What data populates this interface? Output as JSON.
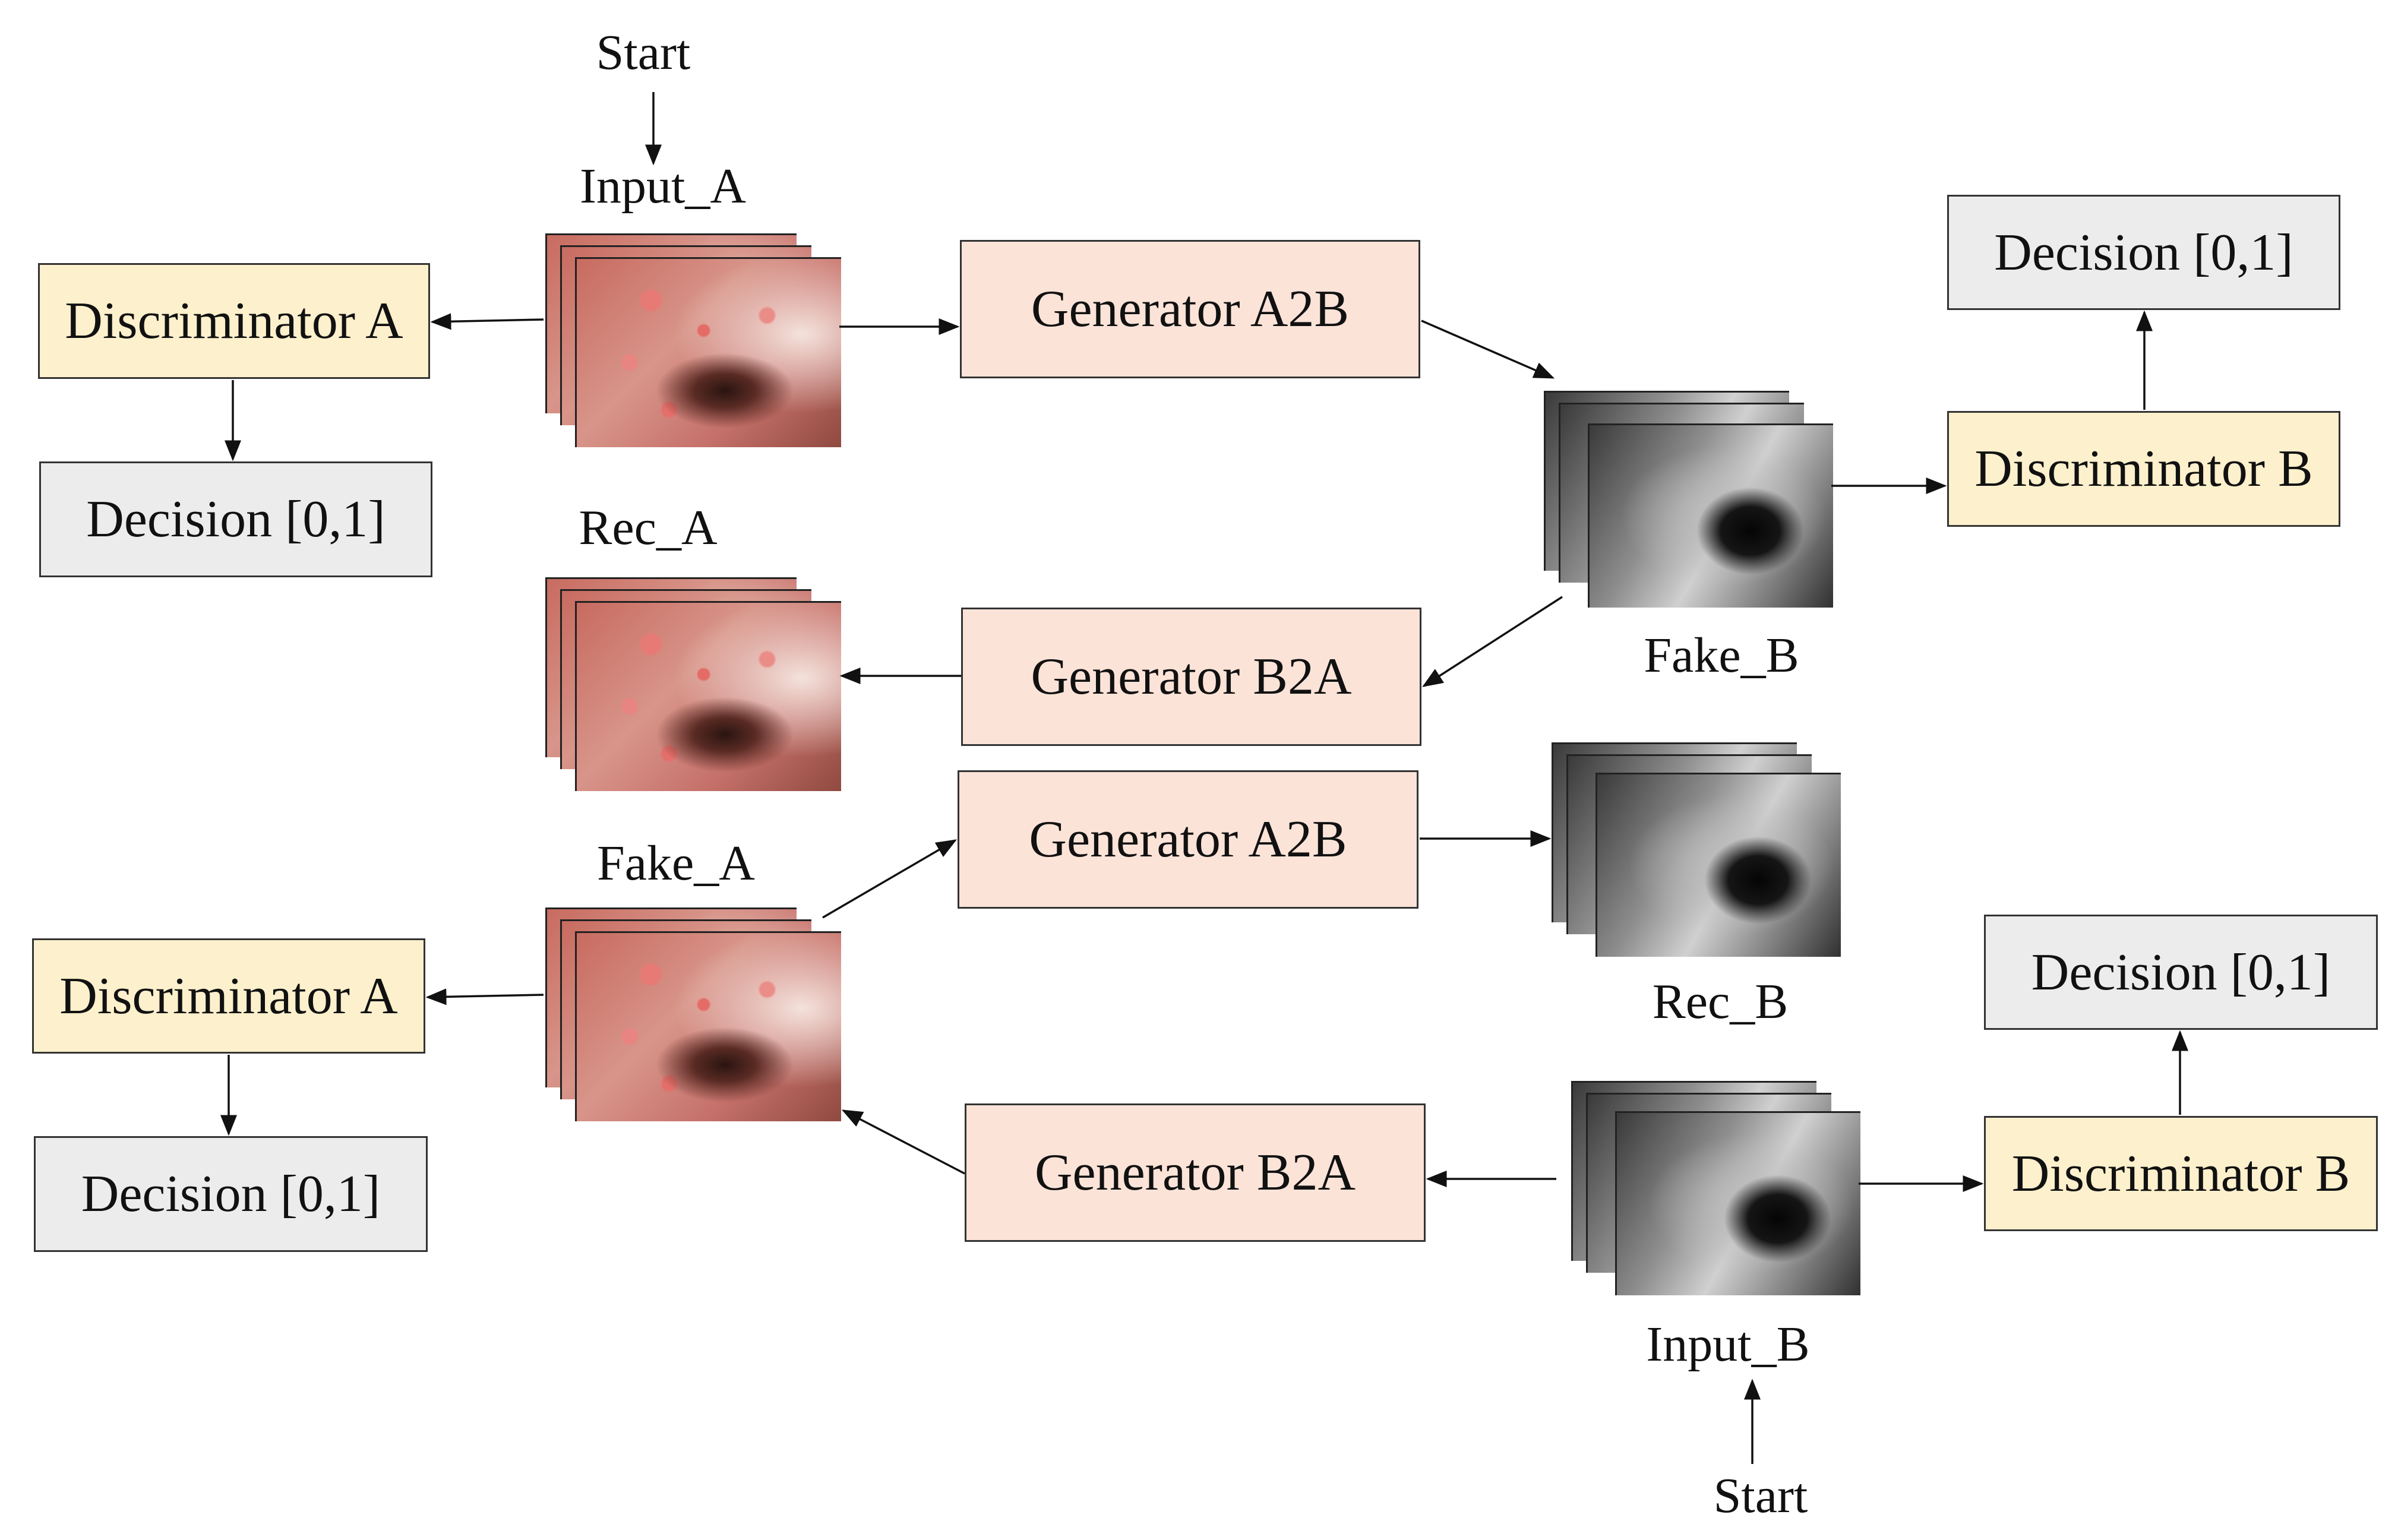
{
  "labels": {
    "start_top": "Start",
    "input_a": "Input_A",
    "rec_a": "Rec_A",
    "fake_a": "Fake_A",
    "fake_b": "Fake_B",
    "rec_b": "Rec_B",
    "input_b": "Input_B",
    "start_bottom": "Start"
  },
  "boxes": {
    "disc_a_top": "Discriminator A",
    "dec_a_top": "Decision [0,1]",
    "gen_a2b_top": "Generator A2B",
    "gen_b2a_top": "Generator B2A",
    "disc_b_top": "Discriminator B",
    "dec_b_top": "Decision [0,1]",
    "gen_a2b_bottom": "Generator A2B",
    "gen_b2a_bottom": "Generator B2A",
    "disc_a_bottom": "Discriminator A",
    "dec_a_bottom": "Decision [0,1]",
    "disc_b_bottom": "Discriminator B",
    "dec_b_bottom": "Decision [0,1]"
  },
  "colors": {
    "generator_fill": "#fce3d8",
    "discriminator_fill": "#fdf0cc",
    "decision_fill": "#ececec"
  }
}
